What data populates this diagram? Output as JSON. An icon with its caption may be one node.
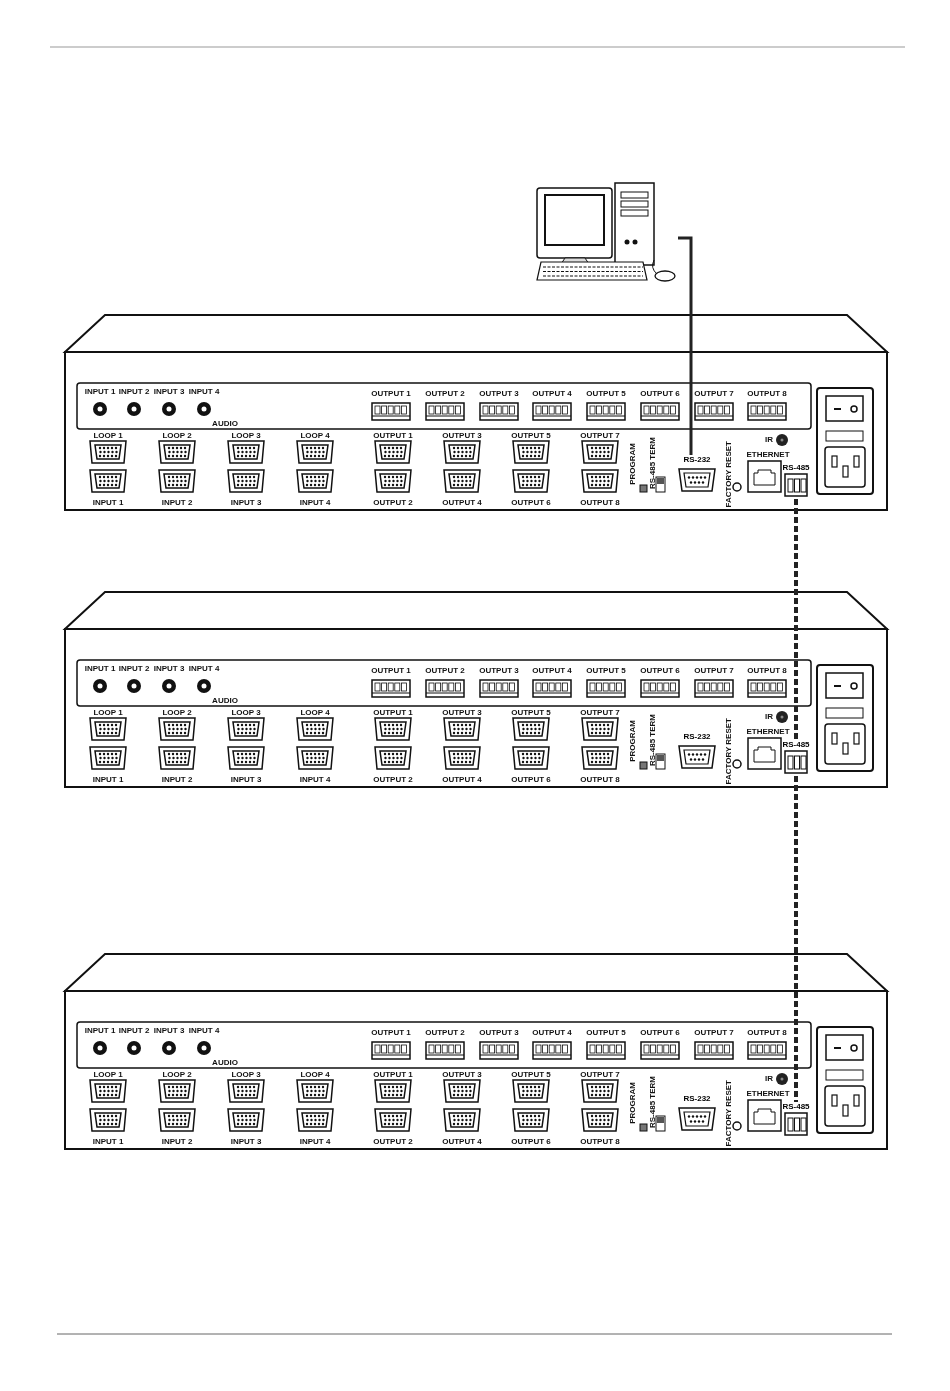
{
  "diagram": {
    "nodes": [
      {
        "text": [],
        "shape": "picture"
      },
      {
        "text": [],
        "shape": "picture"
      },
      {
        "text": [
          "RS-232"
        ],
        "in": 1
      },
      {
        "text": [
          "RS-485"
        ],
        "in": 1
      },
      {
        "text": [],
        "shape": "picture"
      },
      {
        "text": [
          "RS-232"
        ],
        "in": 4
      },
      {
        "text": [
          "RS-485"
        ],
        "in": 4
      },
      {
        "text": [],
        "shape": "picture"
      },
      {
        "text": [
          "RS-232"
        ],
        "in": 7
      },
      {
        "text": [
          "RS-485"
        ],
        "in": 7
      }
    ],
    "edges": [
      {
        "from": 0,
        "to": 2,
        "arrow": "none"
      },
      {
        "from": 3,
        "to": 6,
        "arrow": "none",
        "style": "dashed"
      },
      {
        "from": 6,
        "to": 9,
        "arrow": "none",
        "style": "dashed"
      }
    ],
    "labels": [
      "INPUT 1",
      "INPUT 2",
      "INPUT 3",
      "INPUT 4",
      "OUTPUT 1",
      "OUTPUT 2",
      "OUTPUT 3",
      "OUTPUT 4",
      "OUTPUT 5",
      "OUTPUT 6",
      "OUTPUT 7",
      "OUTPUT 8",
      "AUDIO",
      "LOOP 1",
      "LOOP 2",
      "LOOP 3",
      "LOOP 4",
      "OUTPUT 1",
      "OUTPUT 3",
      "OUTPUT 5",
      "OUTPUT 7",
      "PROGRAM",
      "RS-485 TERM",
      "FACTORY RESET",
      "ETHERNET",
      "IR",
      "INPUT 1",
      "INPUT 2",
      "INPUT 3",
      "INPUT 4",
      "OUTPUT 2",
      "OUTPUT 4",
      "OUTPUT 6",
      "OUTPUT 8",
      "INPUT 1",
      "INPUT 2",
      "INPUT 3",
      "INPUT 4",
      "OUTPUT 1",
      "OUTPUT 2",
      "OUTPUT 3",
      "OUTPUT 4",
      "OUTPUT 5",
      "OUTPUT 6",
      "OUTPUT 7",
      "OUTPUT 8",
      "AUDIO",
      "LOOP 1",
      "LOOP 2",
      "LOOP 3",
      "LOOP 4",
      "OUTPUT 1",
      "OUTPUT 3",
      "OUTPUT 5",
      "OUTPUT 7",
      "PROGRAM",
      "RS-485 TERM",
      "FACTORY RESET",
      "ETHERNET",
      "IR",
      "INPUT 1",
      "INPUT 2",
      "INPUT 3",
      "INPUT 4",
      "OUTPUT 2",
      "OUTPUT 4",
      "OUTPUT 6",
      "OUTPUT 8",
      "INPUT 1",
      "INPUT 2",
      "INPUT 3",
      "INPUT 4",
      "OUTPUT 1",
      "OUTPUT 2",
      "OUTPUT 3",
      "OUTPUT 4",
      "OUTPUT 5",
      "OUTPUT 6",
      "OUTPUT 7",
      "OUTPUT 8",
      "AUDIO",
      "LOOP 1",
      "LOOP 2",
      "LOOP 3",
      "LOOP 4",
      "OUTPUT 1",
      "OUTPUT 3",
      "OUTPUT 5",
      "OUTPUT 7",
      "PROGRAM",
      "RS-485 TERM",
      "FACTORY RESET",
      "ETHERNET",
      "IR",
      "INPUT 1",
      "INPUT 2",
      "INPUT 3",
      "INPUT 4",
      "OUTPUT 2",
      "OUTPUT 4",
      "OUTPUT 6",
      "OUTPUT 8"
    ]
  }
}
